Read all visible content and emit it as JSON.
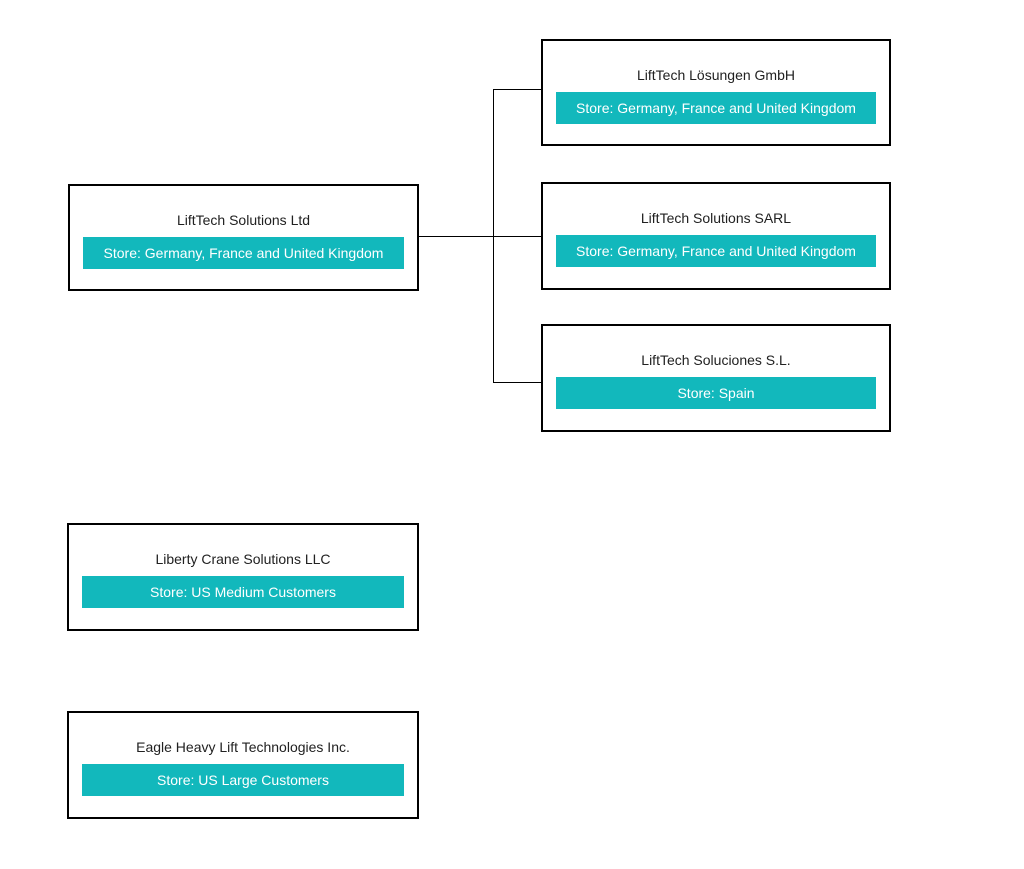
{
  "diagram": {
    "type": "org-hierarchy-chart",
    "nodes": [
      {
        "title": "LiftTech Solutions Ltd",
        "store_label": "Store: Germany, France and United Kingdom"
      },
      {
        "title": "LiftTech Lösungen GmbH",
        "store_label": "Store: Germany, France and United Kingdom"
      },
      {
        "title": "LiftTech Solutions SARL",
        "store_label": "Store: Germany, France and United Kingdom"
      },
      {
        "title": "LiftTech Soluciones S.L.",
        "store_label": "Store: Spain"
      },
      {
        "title": "Liberty Crane Solutions LLC",
        "store_label": "Store: US Medium Customers"
      },
      {
        "title": "Eagle Heavy Lift Technologies Inc.",
        "store_label": "Store: US Large Customers"
      }
    ],
    "edges": [
      {
        "from": "LiftTech Solutions Ltd",
        "to": "LiftTech Lösungen GmbH"
      },
      {
        "from": "LiftTech Solutions Ltd",
        "to": "LiftTech Solutions SARL"
      },
      {
        "from": "LiftTech Solutions Ltd",
        "to": "LiftTech Soluciones S.L."
      }
    ],
    "colors": {
      "badge_background": "#12b8bc",
      "badge_text": "#ffffff",
      "node_border": "#000000",
      "connector": "#000000",
      "title_text": "#212121",
      "page_background": "#ffffff"
    }
  }
}
